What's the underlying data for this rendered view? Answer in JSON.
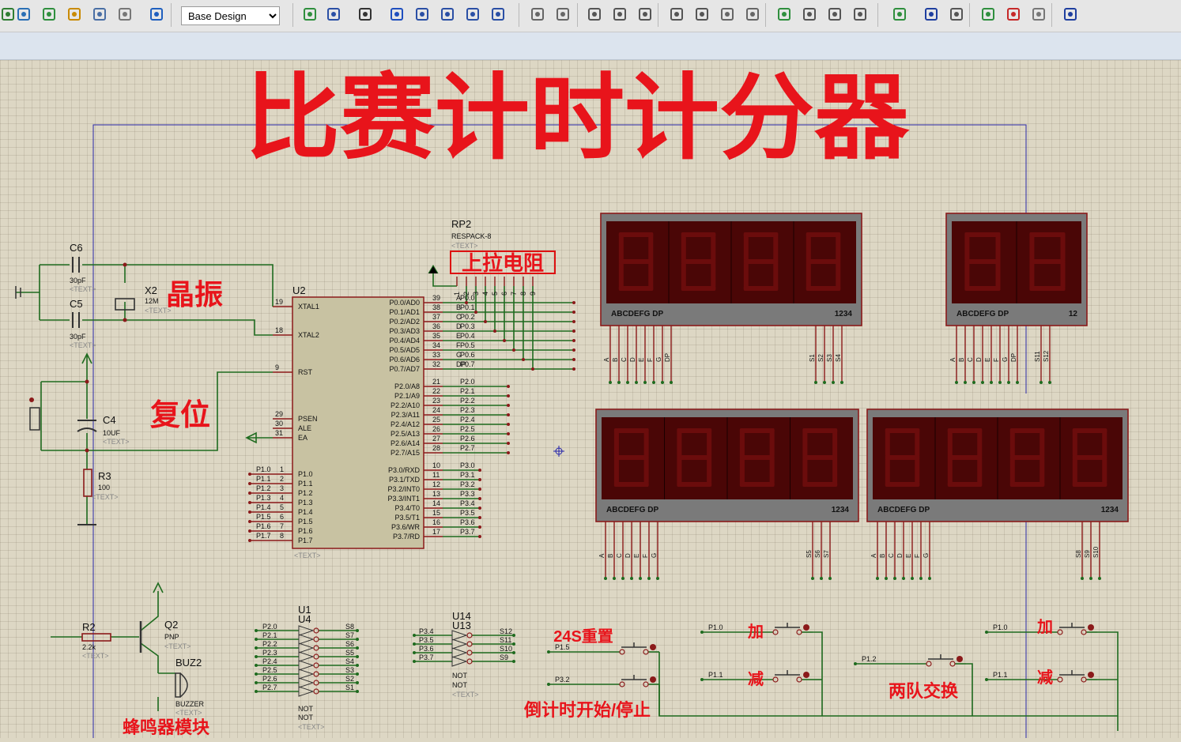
{
  "toolbar": {
    "design_select": "Base Design",
    "icons": [
      "undo-arrow-icon",
      "zoom-icon",
      "component-icon",
      "dollar-icon",
      "value-icon",
      "doc-icon",
      "help-icon",
      "refresh-icon",
      "grid-icon",
      "origin-icon",
      "pan-icon",
      "zoom-in-icon",
      "zoom-out-icon",
      "zoom-all-icon",
      "zoom-area-icon",
      "undo-icon",
      "redo-icon",
      "cut-icon",
      "copy-icon",
      "paste-icon",
      "block-copy-icon",
      "block-move-icon",
      "block-rotate-icon",
      "block-delete-icon",
      "pick-icon",
      "make-device-icon",
      "packaging-icon",
      "decompose-icon",
      "wire-autoroute-icon",
      "search-icon",
      "property-icon",
      "new-sheet-icon",
      "remove-sheet-icon",
      "exit-sheet-icon",
      "netlist-icon"
    ]
  },
  "title": "比赛计时计分器",
  "annotations": {
    "crystal": "晶振",
    "reset": "复位",
    "pullup": "上拉电阻",
    "buzzer_module": "蜂鸣器模块",
    "reset_24s": "24S重置",
    "countdown": "倒计时开始/停止",
    "add_a": "加",
    "sub_a": "减",
    "swap": "两队交换",
    "add_b": "加",
    "sub_b": "减"
  },
  "components": {
    "c6": {
      "ref": "C6",
      "value": "30pF",
      "text": "<TEXT>"
    },
    "c5": {
      "ref": "C5",
      "value": "30pF",
      "text": "<TEXT>"
    },
    "x2": {
      "ref": "X2",
      "value": "12M",
      "text": "<TEXT>"
    },
    "c4": {
      "ref": "C4",
      "value": "10UF",
      "text": "<TEXT>"
    },
    "r3": {
      "ref": "R3",
      "value": "100",
      "text": "<TEXT>"
    },
    "rp2": {
      "ref": "RP2",
      "value": "RESPACK-8",
      "text": "<TEXT>"
    },
    "u2": {
      "ref": "U2",
      "text": "<TEXT>"
    },
    "r2": {
      "ref": "R2",
      "value": "2.2k",
      "text": "<TEXT>"
    },
    "q2": {
      "ref": "Q2",
      "value": "PNP",
      "text": "<TEXT>"
    },
    "buz2": {
      "ref": "BUZ2",
      "value": "BUZZER",
      "text": "<TEXT>"
    },
    "u1": {
      "ref": "U1",
      "sub": "U4",
      "not1": "NOT",
      "not2": "NOT",
      "text": "<TEXT>"
    },
    "u14": {
      "ref": "U14",
      "sub": "U13",
      "not1": "NOT",
      "not2": "NOT",
      "text": "<TEXT>"
    }
  },
  "u2_pins": {
    "left_top": [
      {
        "num": "19",
        "name": "XTAL1"
      },
      {
        "num": "18",
        "name": "XTAL2"
      },
      {
        "num": "9",
        "name": "RST"
      },
      {
        "num": "29",
        "name": "PSEN"
      },
      {
        "num": "30",
        "name": "ALE"
      },
      {
        "num": "31",
        "name": "EA"
      }
    ],
    "left_p1": [
      {
        "num": "1",
        "name": "P1.0",
        "net": "P1.0"
      },
      {
        "num": "2",
        "name": "P1.1",
        "net": "P1.1"
      },
      {
        "num": "3",
        "name": "P1.2",
        "net": "P1.2"
      },
      {
        "num": "4",
        "name": "P1.3",
        "net": "P1.3"
      },
      {
        "num": "5",
        "name": "P1.4",
        "net": "P1.4"
      },
      {
        "num": "6",
        "name": "P1.5",
        "net": "P1.5"
      },
      {
        "num": "7",
        "name": "P1.6",
        "net": "P1.6"
      },
      {
        "num": "8",
        "name": "P1.7",
        "net": "P1.7"
      }
    ],
    "right_p0": [
      {
        "num": "39",
        "name": "P0.0/AD0",
        "seg": "A",
        "net": "P0.0"
      },
      {
        "num": "38",
        "name": "P0.1/AD1",
        "seg": "B",
        "net": "P0.1"
      },
      {
        "num": "37",
        "name": "P0.2/AD2",
        "seg": "C",
        "net": "P0.2"
      },
      {
        "num": "36",
        "name": "P0.3/AD3",
        "seg": "D",
        "net": "P0.3"
      },
      {
        "num": "35",
        "name": "P0.4/AD4",
        "seg": "E",
        "net": "P0.4"
      },
      {
        "num": "34",
        "name": "P0.5/AD5",
        "seg": "F",
        "net": "P0.5"
      },
      {
        "num": "33",
        "name": "P0.6/AD6",
        "seg": "G",
        "net": "P0.6"
      },
      {
        "num": "32",
        "name": "P0.7/AD7",
        "seg": "DP",
        "net": "P0.7"
      }
    ],
    "right_p2": [
      {
        "num": "21",
        "name": "P2.0/A8",
        "net": "P2.0"
      },
      {
        "num": "22",
        "name": "P2.1/A9",
        "net": "P2.1"
      },
      {
        "num": "23",
        "name": "P2.2/A10",
        "net": "P2.2"
      },
      {
        "num": "24",
        "name": "P2.3/A11",
        "net": "P2.3"
      },
      {
        "num": "25",
        "name": "P2.4/A12",
        "net": "P2.4"
      },
      {
        "num": "26",
        "name": "P2.5/A13",
        "net": "P2.5"
      },
      {
        "num": "27",
        "name": "P2.6/A14",
        "net": "P2.6"
      },
      {
        "num": "28",
        "name": "P2.7/A15",
        "net": "P2.7"
      }
    ],
    "right_p3": [
      {
        "num": "10",
        "name": "P3.0/RXD",
        "net": "P3.0"
      },
      {
        "num": "11",
        "name": "P3.1/TXD",
        "net": "P3.1"
      },
      {
        "num": "12",
        "name": "P3.2/INT0",
        "net": "P3.2"
      },
      {
        "num": "13",
        "name": "P3.3/INT1",
        "net": "P3.3"
      },
      {
        "num": "14",
        "name": "P3.4/T0",
        "net": "P3.4"
      },
      {
        "num": "15",
        "name": "P3.5/T1",
        "net": "P3.5"
      },
      {
        "num": "16",
        "name": "P3.6/WR",
        "net": "P3.6"
      },
      {
        "num": "17",
        "name": "P3.7/RD",
        "net": "P3.7"
      }
    ]
  },
  "rp2_pins": [
    "1",
    "2",
    "3",
    "4",
    "5",
    "6",
    "7",
    "8",
    "9"
  ],
  "displays": {
    "d1": {
      "seg_label": "ABCDEFG  DP",
      "digit_label": "1234",
      "seg_pins": [
        "A",
        "B",
        "C",
        "D",
        "E",
        "F",
        "G",
        "DP"
      ],
      "sel_pins": [
        "S1",
        "S2",
        "S3",
        "S4"
      ]
    },
    "d2": {
      "seg_label": "ABCDEFG  DP",
      "digit_label": "12",
      "seg_pins": [
        "A",
        "B",
        "C",
        "D",
        "E",
        "F",
        "G",
        "DP"
      ],
      "sel_pins": [
        "S11",
        "S12"
      ]
    },
    "d3": {
      "seg_label": "ABCDEFG  DP",
      "digit_label": "1234",
      "seg_pins": [
        "A",
        "B",
        "C",
        "D",
        "E",
        "F",
        "G"
      ],
      "sel_pins": [
        "S5",
        "S6",
        "S7"
      ]
    },
    "d4": {
      "seg_label": "ABCDEFG  DP",
      "digit_label": "1234",
      "seg_pins": [
        "A",
        "B",
        "C",
        "D",
        "E",
        "F",
        "G"
      ],
      "sel_pins": [
        "S8",
        "S9",
        "S10"
      ]
    }
  },
  "u1_inputs": [
    "P2.0",
    "P2.1",
    "P2.2",
    "P2.3",
    "P2.4",
    "P2.5",
    "P2.6",
    "P2.7"
  ],
  "u1_outputs": [
    "S8",
    "S7",
    "S6",
    "S5",
    "S4",
    "S3",
    "S2",
    "S1"
  ],
  "u14_inputs": [
    "P3.4",
    "P3.5",
    "P3.6",
    "P3.7"
  ],
  "u14_outputs": [
    "S12",
    "S11",
    "S10",
    "S9"
  ],
  "switch_nets": {
    "sw_24s": "P1.5",
    "sw_countdown": "P3.2",
    "sw_add_a": "P1.0",
    "sw_sub_a": "P1.1",
    "sw_swap": "P1.2",
    "sw_add_b": "P1.0",
    "sw_sub_b": "P1.1"
  },
  "colors": {
    "title": "#e8141b",
    "wire": "#1f6b1f",
    "pin": "#8b1a1a",
    "body": "#c8c2a2",
    "bus": "#2a2aa8",
    "display_case": "#7a7a7a",
    "display_face": "#4a0606",
    "segment": "#6b0c0c"
  }
}
